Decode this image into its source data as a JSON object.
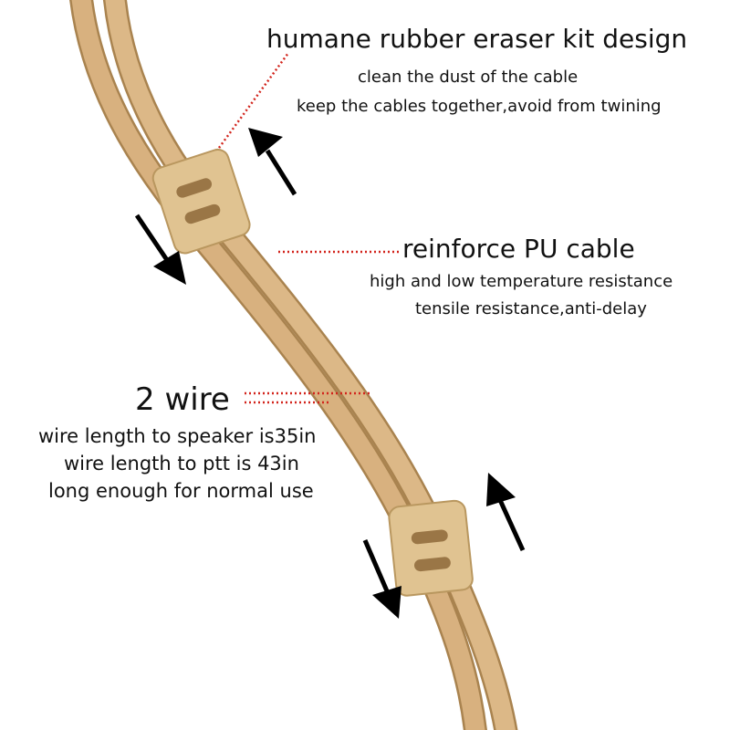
{
  "callouts": {
    "eraser": {
      "title": "humane rubber eraser kit design",
      "lines": [
        "clean the dust of the cable",
        "keep the cables together,avoid from twining"
      ]
    },
    "cable": {
      "title": "reinforce PU cable",
      "lines": [
        "high and low temperature resistance",
        "tensile resistance,anti-delay"
      ]
    },
    "wire": {
      "title": "2 wire",
      "lines": [
        "wire length to speaker is35in",
        "wire length to ptt is 43in",
        "long enough for normal use"
      ]
    }
  },
  "colors": {
    "cable": "#d8b17f",
    "cable_edge": "#a9834f",
    "block": "#e0c391",
    "leader": "#d2241c",
    "arrow": "#000000"
  }
}
